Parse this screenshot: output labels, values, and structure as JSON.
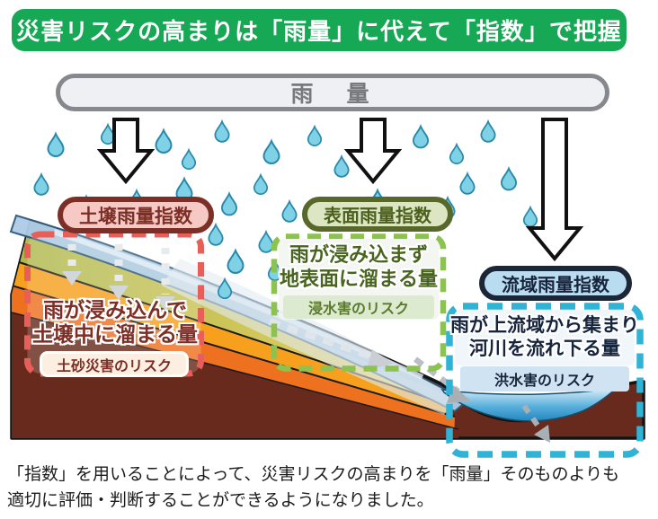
{
  "header": {
    "title": "災害リスクの高まりは「雨量」に代えて「指数」で把握",
    "bg_color": "#17a855"
  },
  "rain_source": {
    "label": "雨　量"
  },
  "indices": [
    {
      "badge": "土壌雨量指数",
      "desc_line1": "雨が浸み込んで",
      "desc_line2": "土壌中に溜まる量",
      "risk": "土砂災害のリスク",
      "accent_color": "#7c2f26",
      "dash_color": "#e85f5a"
    },
    {
      "badge": "表面雨量指数",
      "desc_line1": "雨が浸み込まず",
      "desc_line2": "地表面に溜まる量",
      "risk": "浸水害のリスク",
      "accent_color": "#49641f",
      "dash_color": "#8cc24f"
    },
    {
      "badge": "流域雨量指数",
      "desc_line1": "雨が上流域から集まり",
      "desc_line2": "河川を流れ下る量",
      "risk": "洪水害のリスク",
      "accent_color": "#16243c",
      "dash_color": "#2fb3d6"
    }
  ],
  "caption": {
    "line1": "「指数」を用いることによって、災害リスクの高まりを「雨量」そのものよりも",
    "line2": "適切に評価・判断することができるようになりました。"
  },
  "colors": {
    "raindrop": "#7fd2e6",
    "soil": "#682a1c",
    "river_water": "#2f9fd4"
  }
}
